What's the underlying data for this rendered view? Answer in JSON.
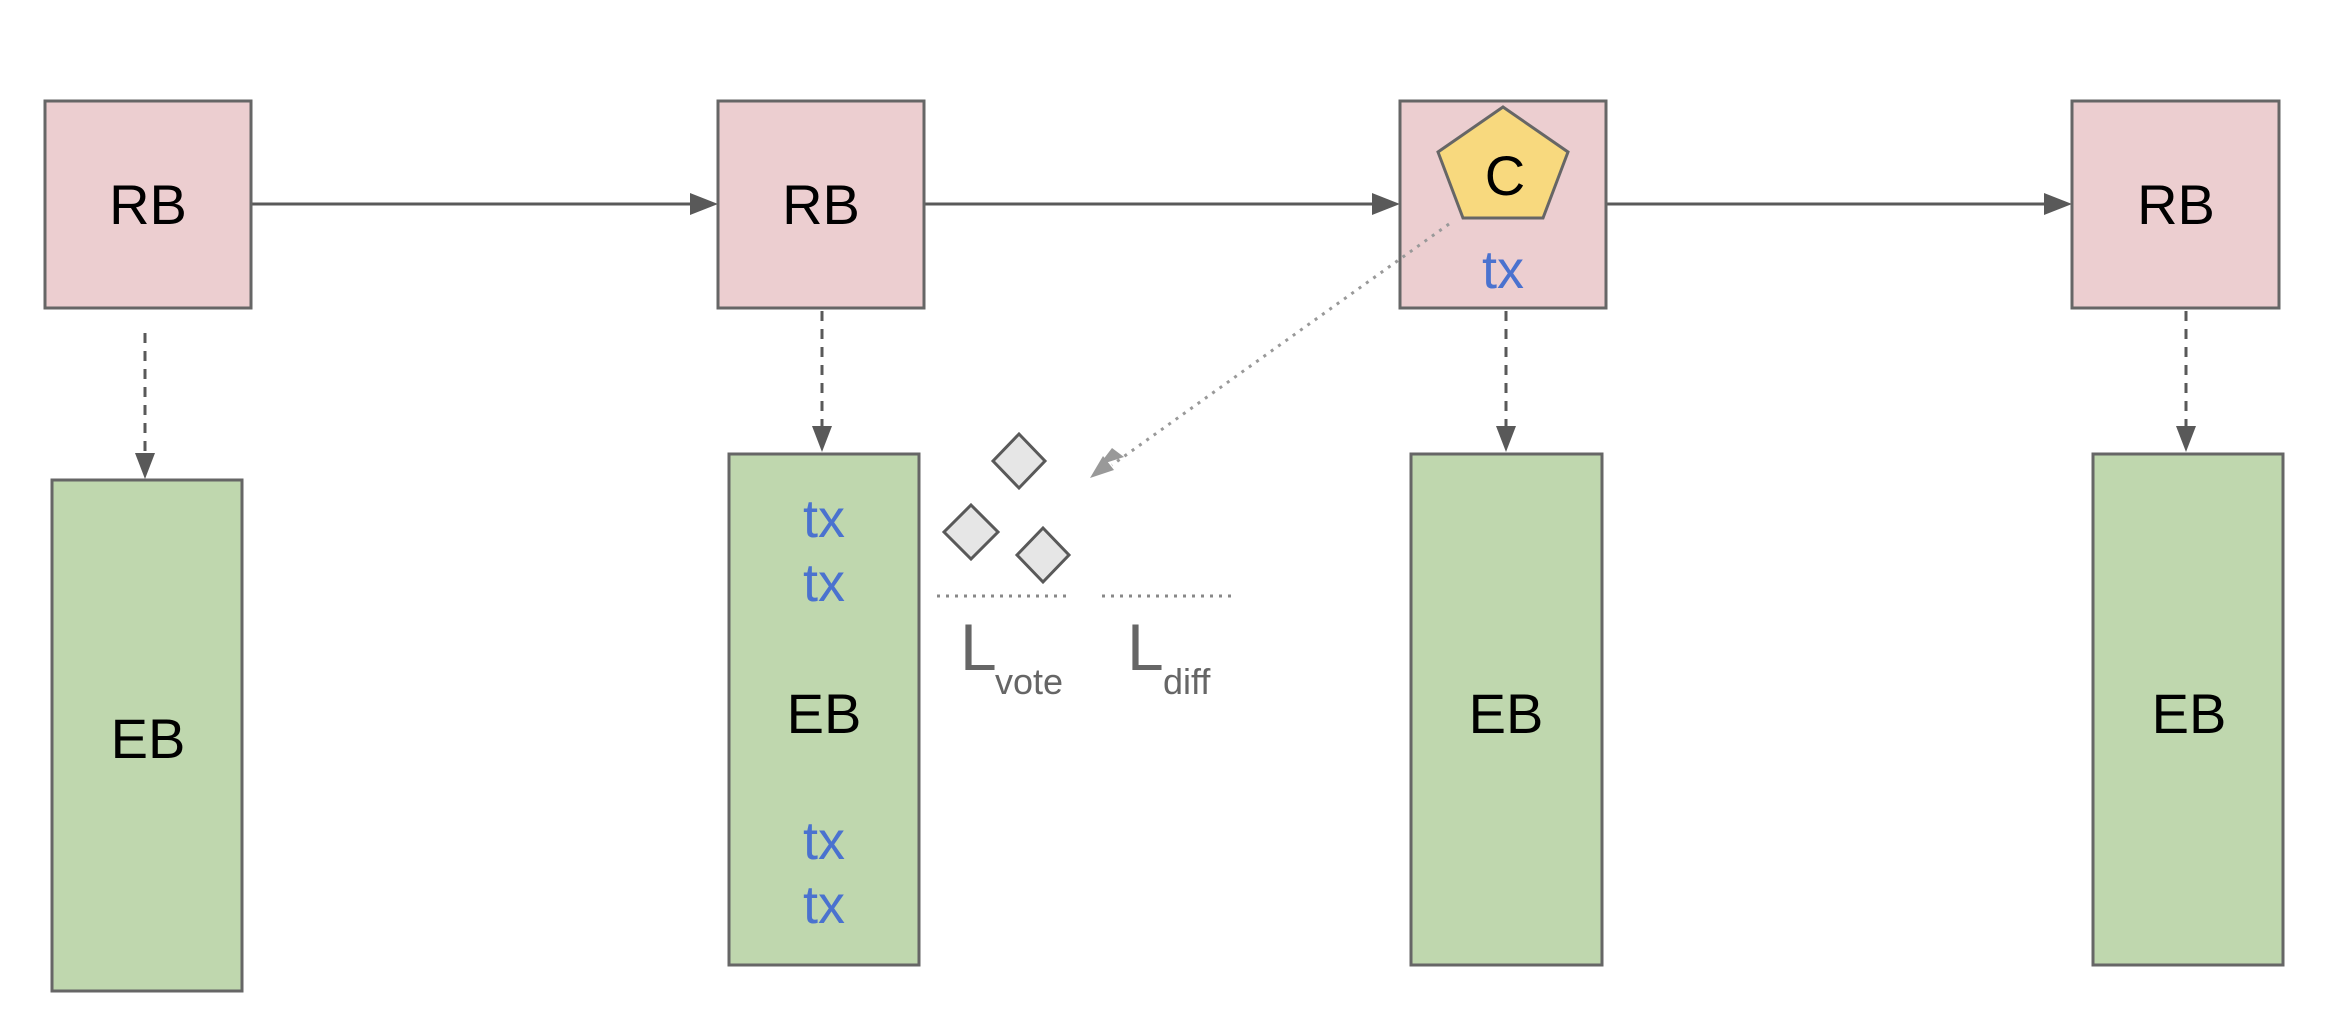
{
  "ranking_blocks": [
    {
      "label": "RB"
    },
    {
      "label": "RB"
    },
    {
      "label": "RB"
    }
  ],
  "certified_rb": {
    "cert_label": "C",
    "tx_label": "tx"
  },
  "endorser_blocks": [
    {
      "label": "EB"
    },
    {
      "label": "EB",
      "tx_top": [
        "tx",
        "tx"
      ],
      "tx_bottom": [
        "tx",
        "tx"
      ]
    },
    {
      "label": "EB"
    },
    {
      "label": "EB"
    }
  ],
  "parameters": {
    "vote": {
      "main": "L",
      "sub": "vote"
    },
    "diff": {
      "main": "L",
      "sub": "diff"
    }
  },
  "colors": {
    "rb_fill": "#ecced0",
    "eb_fill": "#bfd7ae",
    "cert_fill": "#f8d97e",
    "tx_text": "#4a72cf",
    "vote_fill": "#e6e6e6"
  }
}
